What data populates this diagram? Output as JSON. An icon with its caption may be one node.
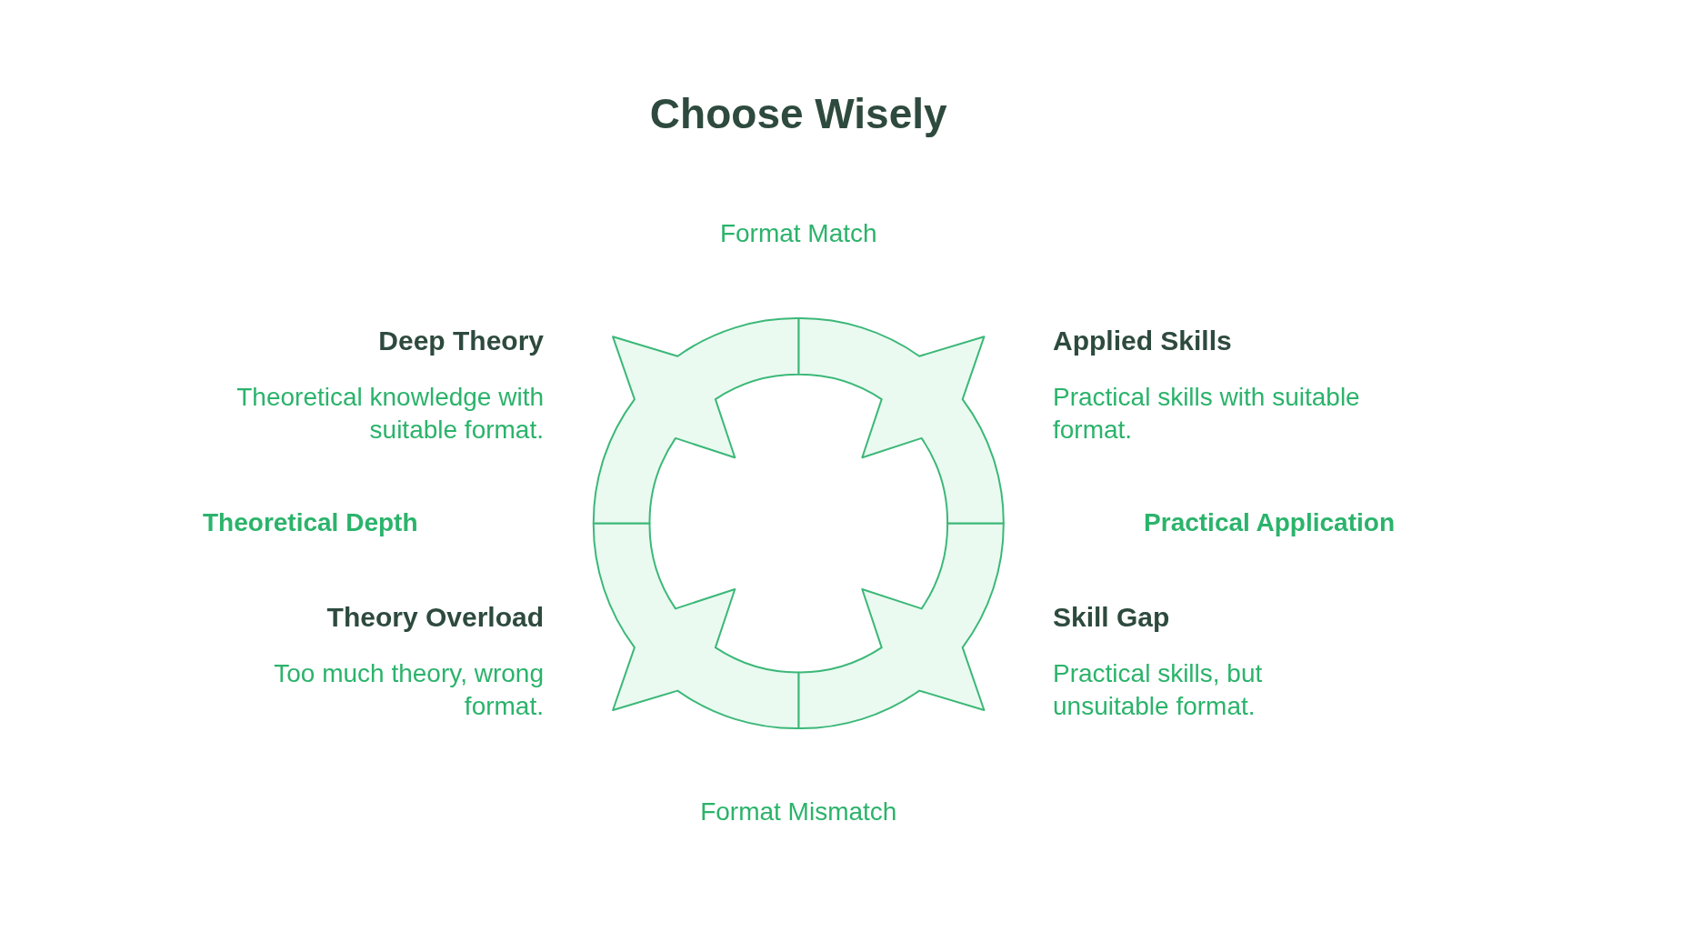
{
  "diagram": {
    "title": "Choose Wisely",
    "nodes": [
      {
        "text": [],
        "shape": "segment",
        "beside": [
          "Deep Theory",
          "Theoretical knowledge with suitable format."
        ]
      },
      {
        "text": [],
        "shape": "segment",
        "beside": [
          "Applied Skills",
          "Practical skills with suitable format."
        ]
      },
      {
        "text": [],
        "shape": "segment",
        "beside": [
          "Theory Overload",
          "Too much theory, wrong format."
        ]
      },
      {
        "text": [],
        "shape": "segment",
        "beside": [
          "Skill Gap",
          "Practical skills, but unsuitable format."
        ]
      }
    ],
    "labels": [
      "Format Match",
      "Theoretical Depth",
      "Practical Application",
      "Format Mismatch"
    ]
  }
}
